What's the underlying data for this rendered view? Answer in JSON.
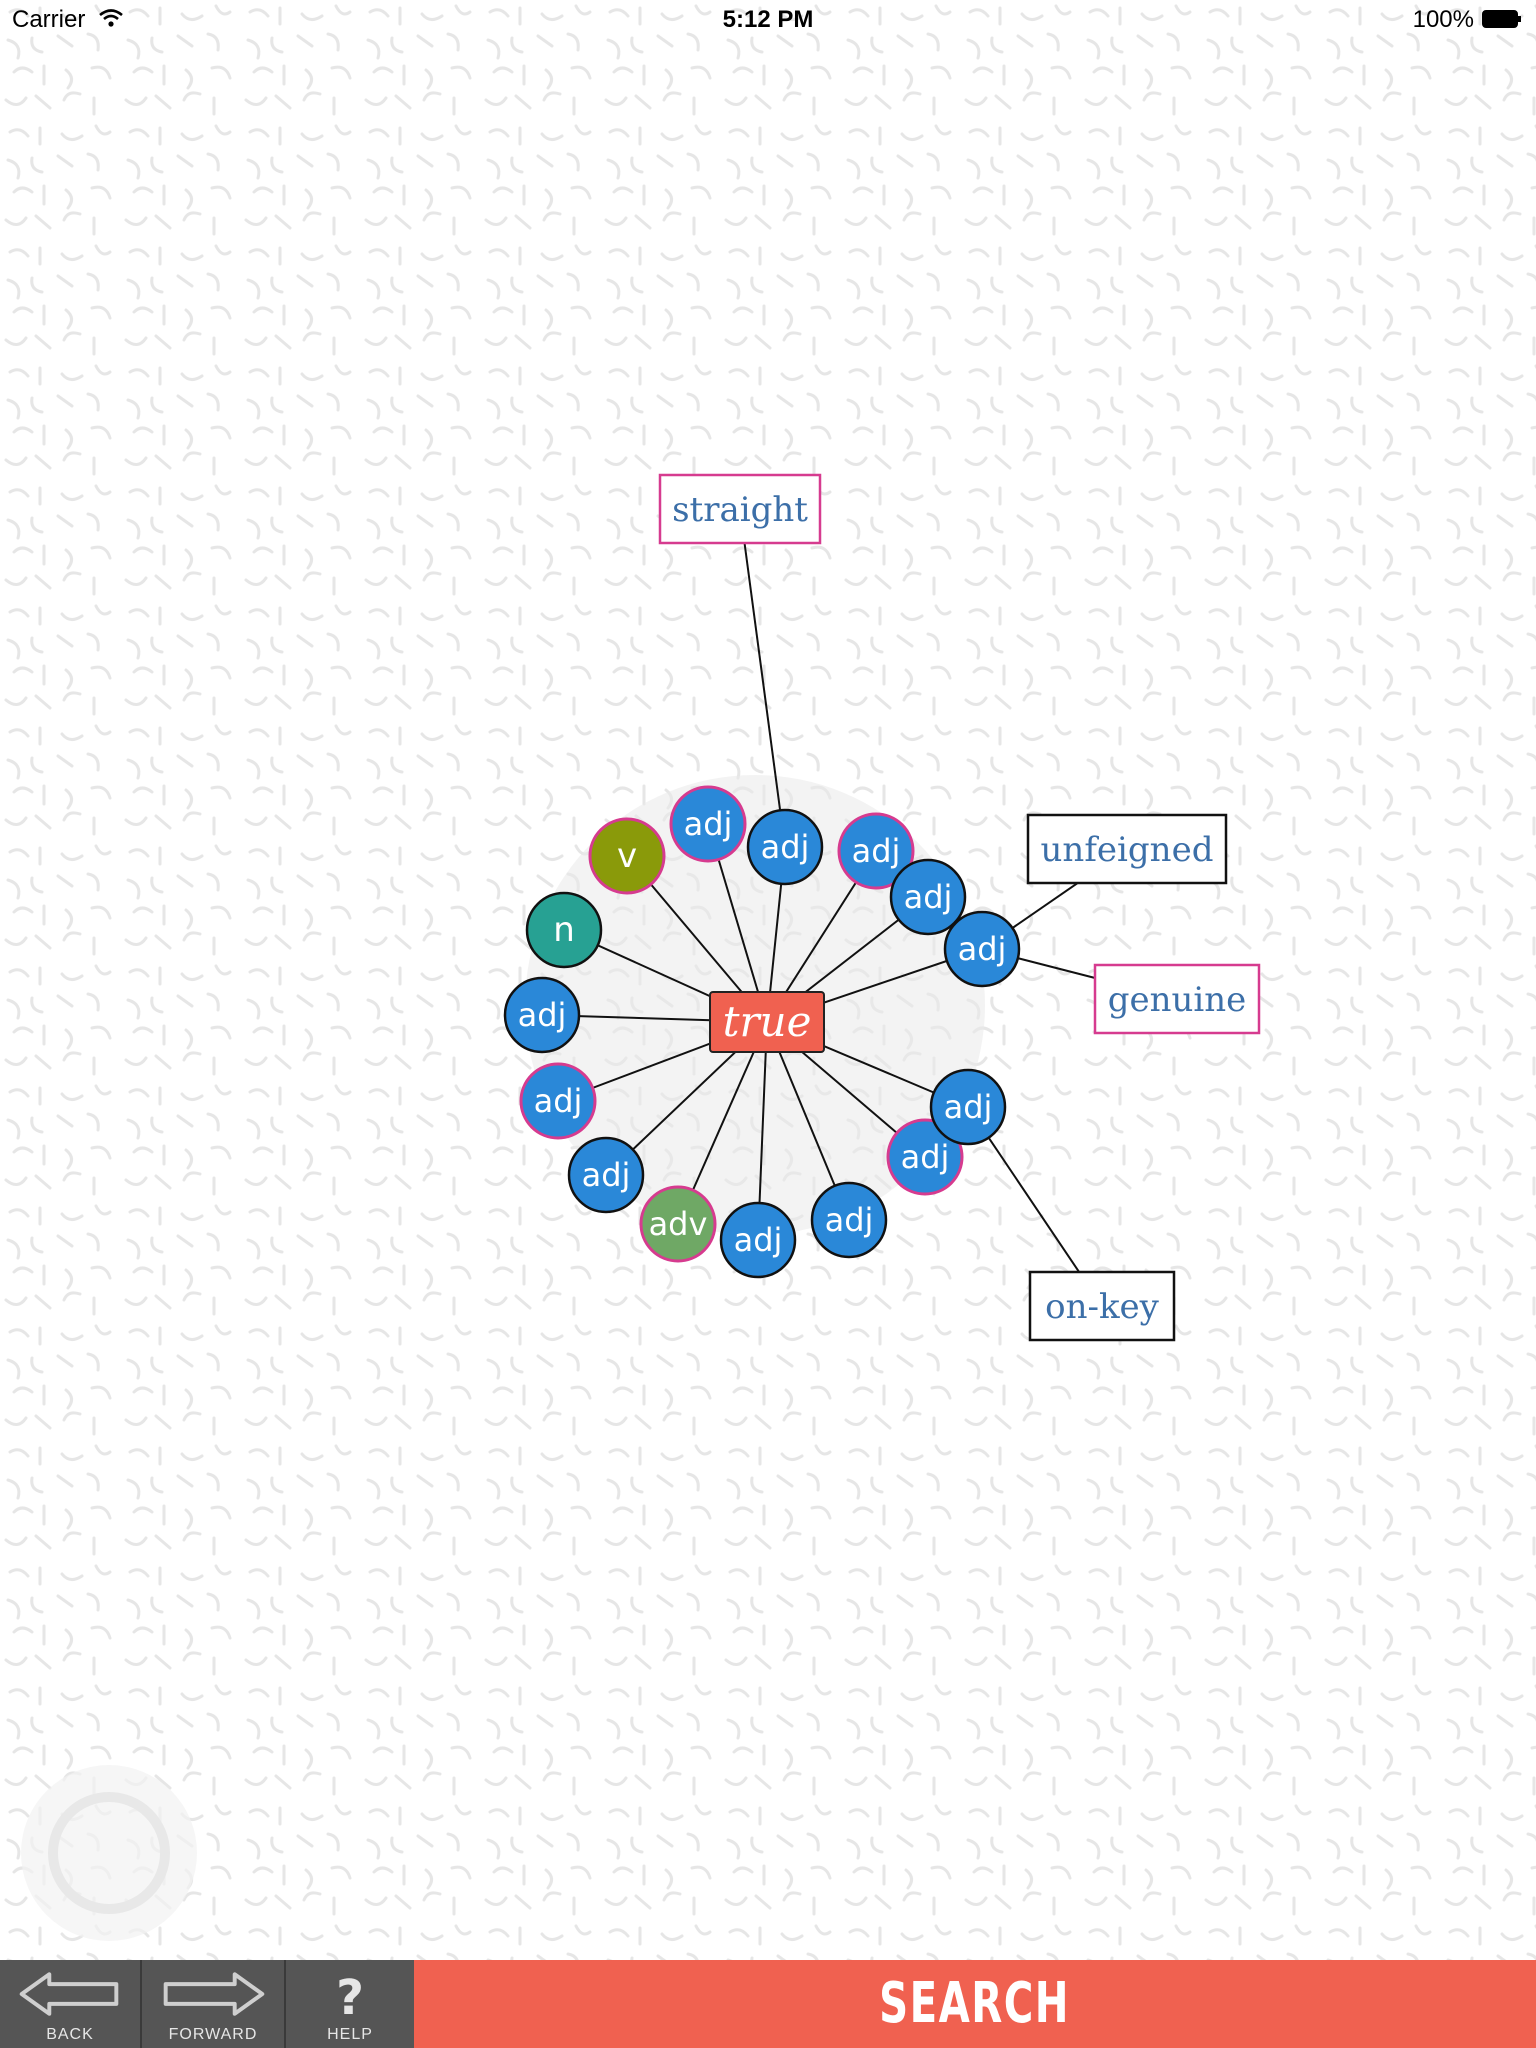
{
  "status_bar": {
    "carrier": "Carrier",
    "time": "5:12 PM",
    "battery": "100%"
  },
  "graph": {
    "center_word": "true",
    "pos_nodes": [
      "adj",
      "adj",
      "adj",
      "adj",
      "adj",
      "adj",
      "adj",
      "adj",
      "adj",
      "adj",
      "adj",
      "adj",
      "v",
      "n",
      "adv"
    ],
    "word_nodes": [
      "straight",
      "unfeigned",
      "genuine",
      "on-key"
    ]
  },
  "colors": {
    "center": "#f06150",
    "adj": "#2a88d8",
    "verb": "#8a9a0a",
    "noun": "#27a193",
    "adv": "#6fa865",
    "word_text": "#3c6fa8",
    "highlight_border": "#d63b8f",
    "toolbar": "#555555",
    "search": "#f06150"
  },
  "toolbar": {
    "back_label": "BACK",
    "forward_label": "FORWARD",
    "help_label": "HELP",
    "help_glyph": "?",
    "search_label": "SEARCH"
  }
}
